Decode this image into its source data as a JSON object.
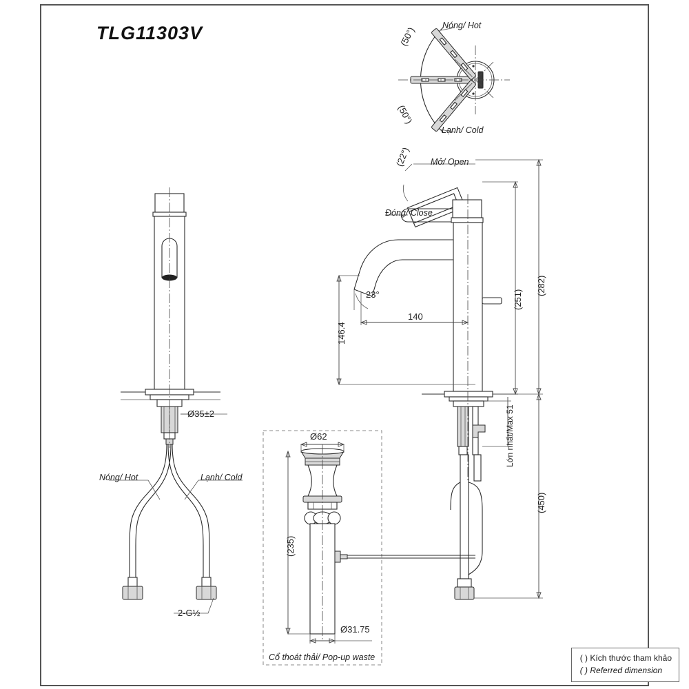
{
  "document": {
    "title": "TLG11303V",
    "type": "technical-drawing",
    "footnote": {
      "vi": "( ) Kích thước tham khảo",
      "en": "( ) Referred dimension"
    }
  },
  "views": {
    "lever_rotation": {
      "name": "lever-rotation-plan",
      "labels": {
        "hot": "Nóng/ Hot",
        "cold": "Lạnh/ Cold",
        "angle_hot": "(50°)",
        "angle_cold": "(50°)"
      }
    },
    "lever_open_close": {
      "name": "lever-open-close-detail",
      "labels": {
        "open": "Mở/ Open",
        "close": "Đóng/ Close",
        "angle": "(22°)"
      }
    },
    "rear_view": {
      "name": "rear-elevation",
      "labels": {
        "hole": "Ø35±2",
        "hot": "Nóng/ Hot",
        "cold": "Lạnh/ Cold",
        "thread": "2-G½"
      }
    },
    "front_view": {
      "name": "front-elevation",
      "dimensions": {
        "spout_height": "146.4",
        "spout_reach": "140",
        "spout_angle": "23°",
        "body_height": "(251)",
        "total_height": "(282)",
        "deck_thickness": "Lớn nhất/Max 51",
        "hose_length": "(450)"
      }
    },
    "popup_waste": {
      "name": "popup-waste-detail",
      "caption": "Cổ thoát thải/ Pop-up waste",
      "dimensions": {
        "flange_dia": "Ø62",
        "height": "(235)",
        "tail_dia": "Ø31.75"
      }
    }
  },
  "colors": {
    "line": "#2b2b2b",
    "dim": "#444444",
    "frame": "#555555",
    "fill": "#d8d8d8"
  }
}
